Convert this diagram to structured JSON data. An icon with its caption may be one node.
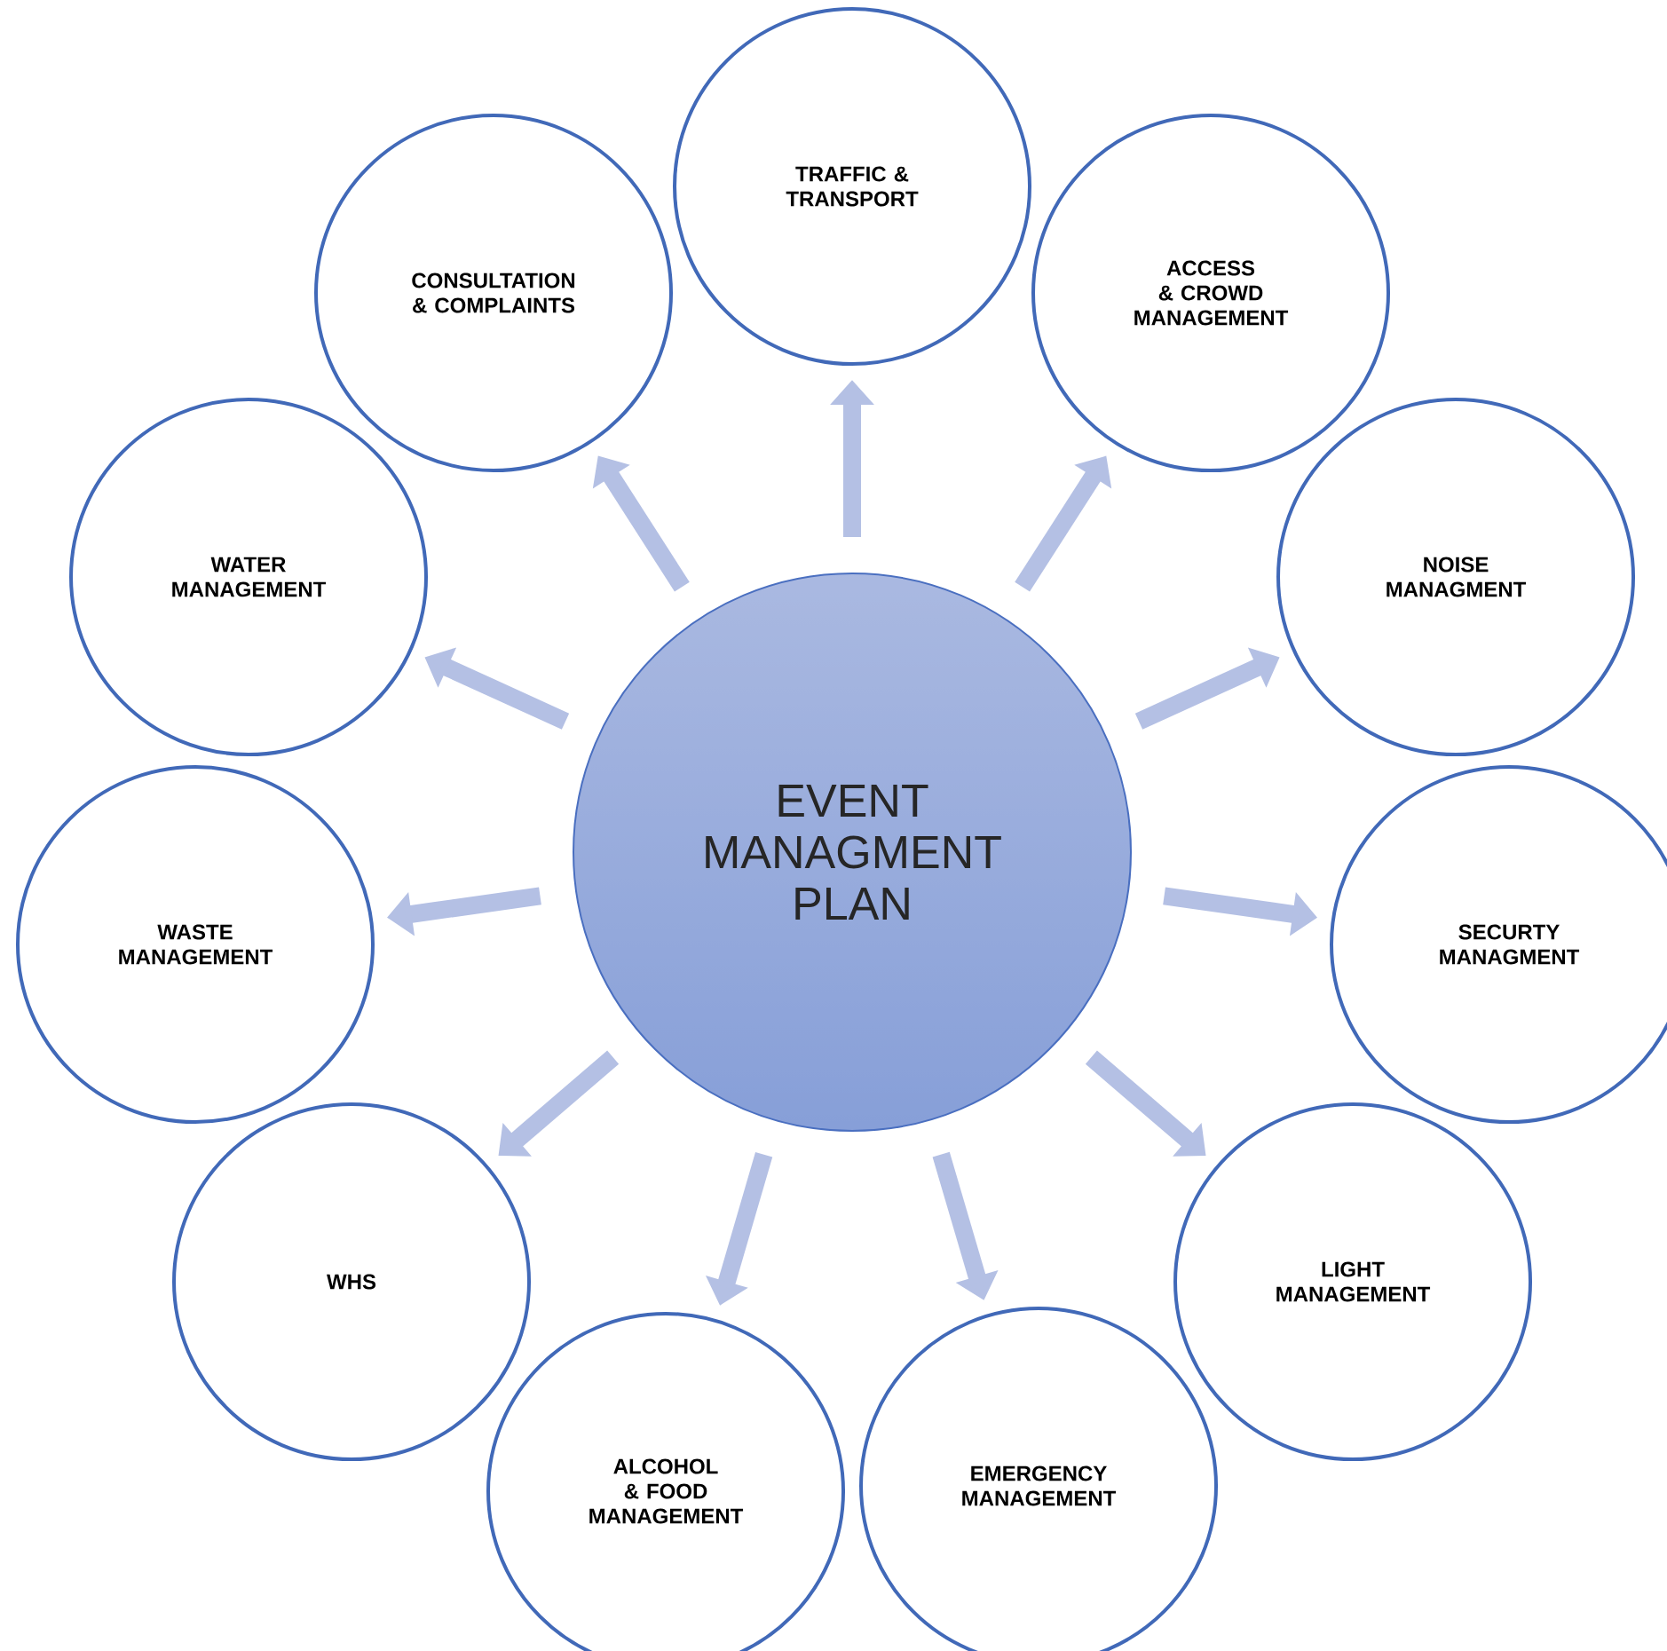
{
  "diagram": {
    "nodes": [
      {
        "text": [
          "EVENT MANAGMENT PLAN"
        ]
      },
      {
        "text": [
          "TRAFFIC & TRANSPORT"
        ]
      },
      {
        "text": [
          "ACCESS & CROWD MANAGEMENT"
        ]
      },
      {
        "text": [
          "NOISE MANAGMENT"
        ]
      },
      {
        "text": [
          "SECURTY MANAGMENT"
        ]
      },
      {
        "text": [
          "LIGHT MANAGEMENT"
        ]
      },
      {
        "text": [
          "EMERGENCY MANAGEMENT"
        ]
      },
      {
        "text": [
          "ALCOHOL & FOOD MANAGEMENT"
        ]
      },
      {
        "text": [
          "WHS"
        ]
      },
      {
        "text": [
          "WASTE MANAGEMENT"
        ]
      },
      {
        "text": [
          "WATER MANAGEMENT"
        ]
      },
      {
        "text": [
          "CONSULTATION & COMPLAINTS"
        ]
      }
    ],
    "edges": [
      {
        "from": 0,
        "to": 1,
        "arrow": "to"
      },
      {
        "from": 0,
        "to": 2,
        "arrow": "to"
      },
      {
        "from": 0,
        "to": 3,
        "arrow": "to"
      },
      {
        "from": 0,
        "to": 4,
        "arrow": "to"
      },
      {
        "from": 0,
        "to": 5,
        "arrow": "to"
      },
      {
        "from": 0,
        "to": 6,
        "arrow": "to"
      },
      {
        "from": 0,
        "to": 7,
        "arrow": "to"
      },
      {
        "from": 0,
        "to": 8,
        "arrow": "to"
      },
      {
        "from": 0,
        "to": 9,
        "arrow": "to"
      },
      {
        "from": 0,
        "to": 10,
        "arrow": "to"
      },
      {
        "from": 0,
        "to": 11,
        "arrow": "to"
      }
    ]
  }
}
